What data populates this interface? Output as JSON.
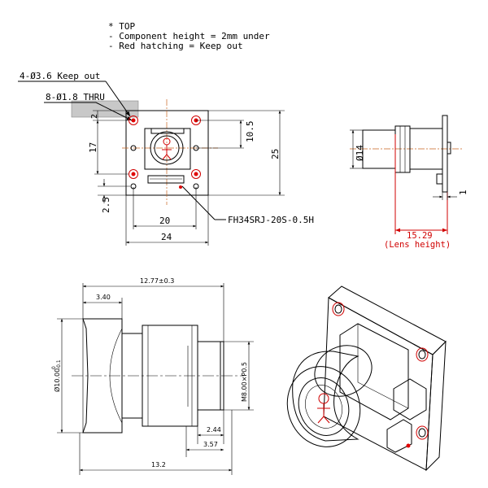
{
  "notes": {
    "line1": "* TOP",
    "line2": "- Component height = 2mm under",
    "line3": "- Red hatching = Keep out"
  },
  "top_view": {
    "callout_keepout": "4-Ø3.6 Keep out",
    "callout_thru": "8-Ø1.8 THRU",
    "dim_2": "2",
    "dim_17": "17",
    "dim_10_5": "10.5",
    "dim_25": "25",
    "dim_2_5": "2.5",
    "dim_20": "20",
    "dim_24": "24",
    "connector_label": "FH34SRJ-20S-0.5H"
  },
  "side_view": {
    "dim_dia14": "Ø14",
    "dim_1": "1",
    "lens_height_value": "15.29",
    "lens_height_label": "(Lens height)"
  },
  "lens_view": {
    "dim_overall": "12.77±0.3",
    "dim_3_40": "3.40",
    "dim_dia10": "Ø10.00",
    "dim_dia10_tol_upper": "0",
    "dim_dia10_tol_lower": "-0.1",
    "dim_thread": "M8.00×P0.5",
    "dim_2_44": "2.44",
    "dim_3_57": "3.57",
    "dim_13_2": "13.2"
  },
  "colors": {
    "keepout": "#d00000",
    "centerline": "#c8641e",
    "shaded_area": "#c8c8c8"
  }
}
